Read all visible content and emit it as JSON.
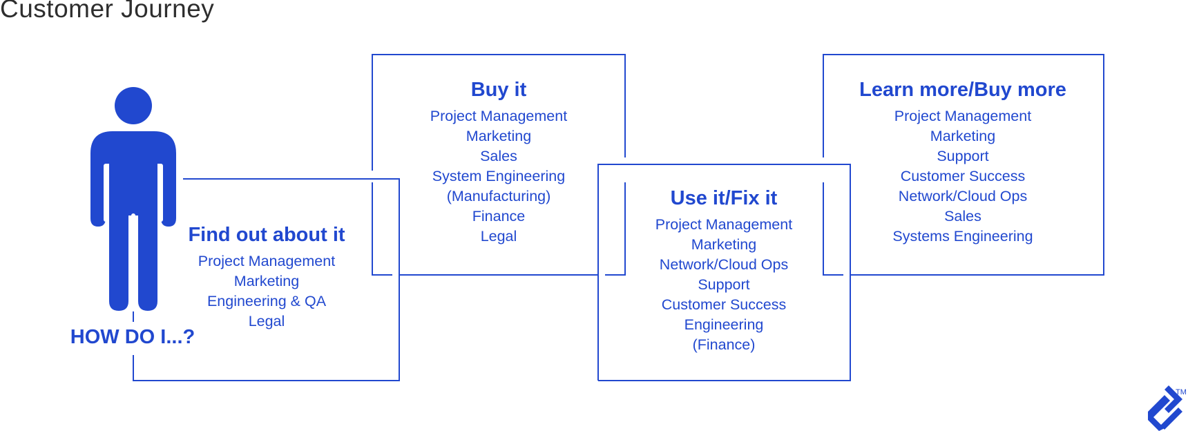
{
  "page_title": "Customer Journey",
  "colors": {
    "accent": "#2148cf",
    "title_text": "#2e2e2e",
    "background": "#ffffff"
  },
  "person": {
    "icon": "person-icon",
    "question": "HOW DO I...?"
  },
  "stages": [
    {
      "title": "Find out about it",
      "items": [
        "Project Management",
        "Marketing",
        "Engineering & QA",
        "Legal"
      ]
    },
    {
      "title": "Buy it",
      "items": [
        "Project Management",
        "Marketing",
        "Sales",
        "System Engineering",
        "(Manufacturing)",
        "Finance",
        "Legal"
      ]
    },
    {
      "title": "Use it/Fix it",
      "items": [
        "Project Management",
        "Marketing",
        "Network/Cloud Ops",
        "Support",
        "Customer Success",
        "Engineering",
        "(Finance)"
      ]
    },
    {
      "title": "Learn more/Buy more",
      "items": [
        "Project Management",
        "Marketing",
        "Support",
        "Customer Success",
        "Network/Cloud Ops",
        "Sales",
        "Systems Engineering"
      ]
    }
  ],
  "logo": {
    "icon": "toptal-logo-icon",
    "trademark": "TM"
  }
}
